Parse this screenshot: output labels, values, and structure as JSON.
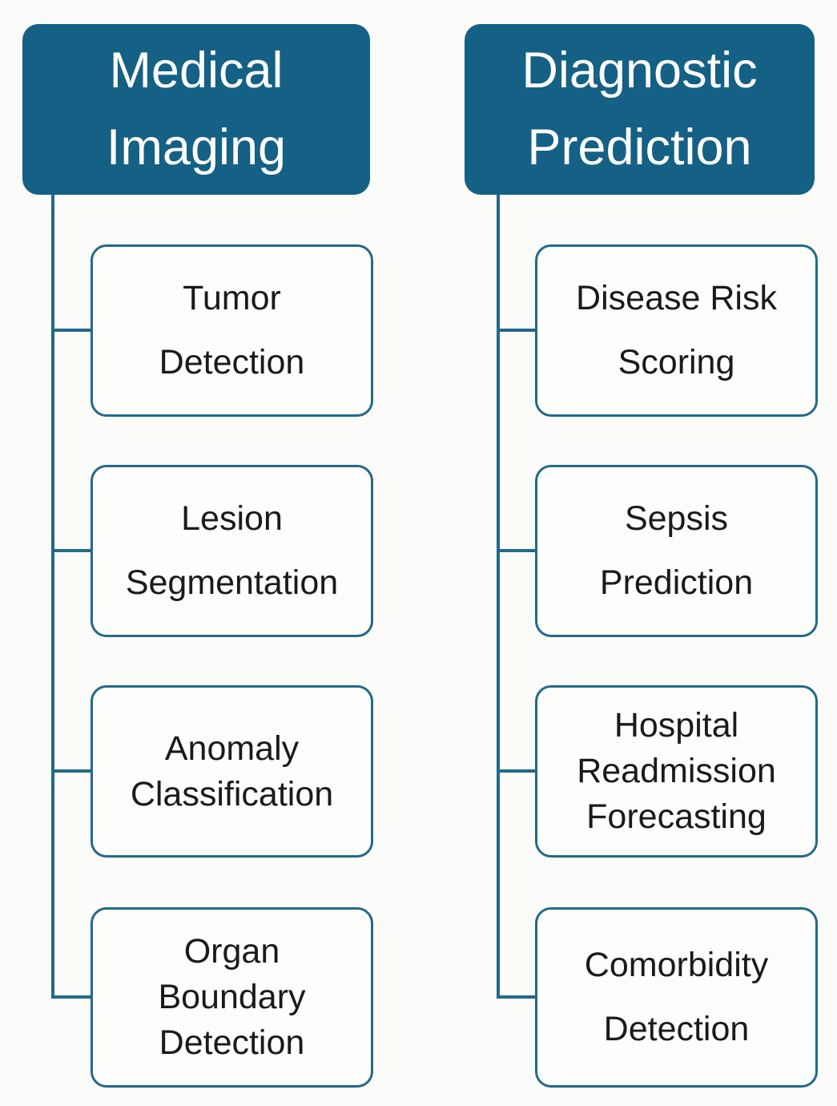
{
  "diagram": {
    "type": "hierarchy",
    "colors": {
      "header_fill": "#156085",
      "header_text": "#ffffff",
      "box_border": "#24698a",
      "box_fill": "#fdfdfb",
      "connector": "#24698a",
      "node_text": "#1a1a1a",
      "background": "#fbfbf9"
    },
    "columns": [
      {
        "header": {
          "label": "Medical Imaging",
          "lines": [
            "Medical",
            "Imaging"
          ]
        },
        "nodes": [
          {
            "label": "Tumor Detection",
            "lines": [
              "Tumor",
              "Detection"
            ]
          },
          {
            "label": "Lesion Segmentation",
            "lines": [
              "Lesion",
              "Segmentation"
            ]
          },
          {
            "label": "Anomaly Classification",
            "lines": [
              "Anomaly",
              "Classification"
            ]
          },
          {
            "label": "Organ Boundary Detection",
            "lines": [
              "Organ",
              "Boundary",
              "Detection"
            ]
          }
        ]
      },
      {
        "header": {
          "label": "Diagnostic Prediction",
          "lines": [
            "Diagnostic",
            "Prediction"
          ]
        },
        "nodes": [
          {
            "label": "Disease Risk Scoring",
            "lines": [
              "Disease Risk",
              "Scoring"
            ]
          },
          {
            "label": "Sepsis Prediction",
            "lines": [
              "Sepsis",
              "Prediction"
            ]
          },
          {
            "label": "Hospital Readmission Forecasting",
            "lines": [
              "Hospital",
              "Readmission",
              "Forecasting"
            ]
          },
          {
            "label": "Comorbidity Detection",
            "lines": [
              "Comorbidity",
              "Detection"
            ]
          }
        ]
      }
    ]
  }
}
